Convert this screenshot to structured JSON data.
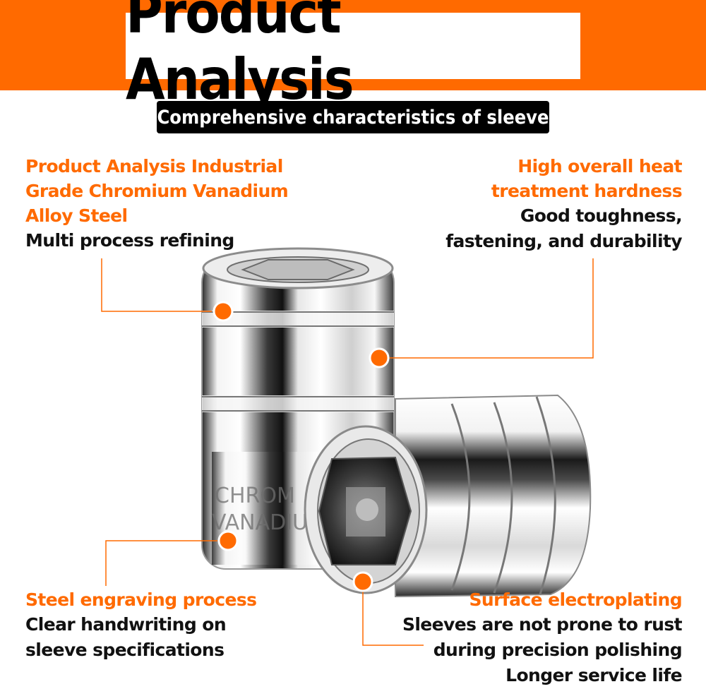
{
  "header": {
    "title": "Product Analysis",
    "subtitle": "Comprehensive characteristics of sleeve"
  },
  "callouts": {
    "material": {
      "heading_lines": [
        "Product Analysis Industrial",
        "Grade Chromium Vanadium",
        "Alloy Steel"
      ],
      "detail_lines": [
        "Multi process refining"
      ]
    },
    "hardness": {
      "heading_lines": [
        "High overall heat",
        "treatment hardness"
      ],
      "detail_lines": [
        "Good toughness,",
        "fastening, and durability"
      ]
    },
    "engraving": {
      "heading_lines": [
        "Steel engraving process"
      ],
      "detail_lines": [
        "Clear handwriting on",
        "sleeve specifications"
      ]
    },
    "plating": {
      "heading_lines": [
        "Surface electroplating"
      ],
      "detail_lines": [
        "Sleeves are not prone to rust",
        "during precision polishing",
        "Longer service life"
      ]
    }
  },
  "engraving_text": [
    "CHROM",
    "VANADIU"
  ],
  "colors": {
    "accent": "#ff6a00",
    "text": "#111111",
    "chrome_light": "#ffffff",
    "chrome_dark": "#1c1c1c"
  }
}
